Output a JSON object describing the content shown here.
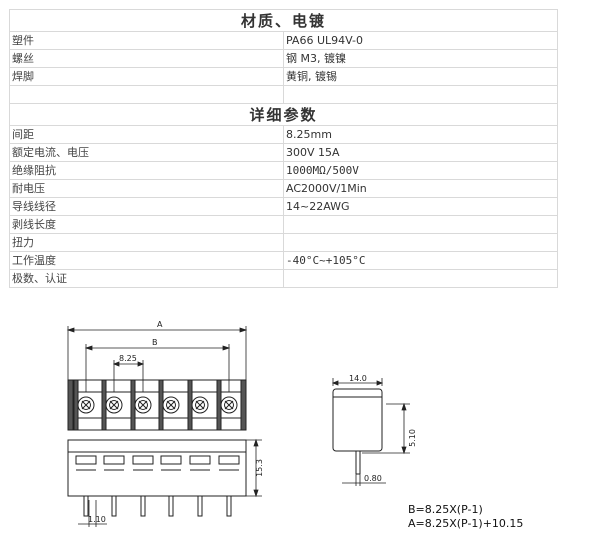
{
  "section1": {
    "title": "材质、电镀",
    "rows": [
      {
        "label": "塑件",
        "value": "PA66 UL94V-0"
      },
      {
        "label": "螺丝",
        "value": "钢  M3, 镀镍"
      },
      {
        "label": "焊脚",
        "value": "黄铜, 镀锡"
      },
      {
        "label": "",
        "value": ""
      }
    ]
  },
  "section2": {
    "title": "详细参数",
    "rows": [
      {
        "label": "间距",
        "value": "8.25mm"
      },
      {
        "label": "额定电流、电压",
        "value": "300V  15A"
      },
      {
        "label": "绝缘阻抗",
        "value": "1000MΩ/500V"
      },
      {
        "label": "耐电压",
        "value": "AC2000V/1Min"
      },
      {
        "label": "导线线径",
        "value": "14~22AWG"
      },
      {
        "label": "剥线长度",
        "value": ""
      },
      {
        "label": "扭力",
        "value": ""
      },
      {
        "label": "工作温度",
        "value": "-40°C~+105°C"
      },
      {
        "label": "极数、认证",
        "value": ""
      }
    ]
  },
  "drawing": {
    "dim_a": "A",
    "dim_b": "B",
    "dim_pitch": "8.25",
    "dim_height": "15.3",
    "dim_pin": "1.10",
    "side_width": "14.0",
    "side_pin_len": "5.10",
    "side_pin_width": "0.80"
  },
  "formulas": {
    "b": "B=8.25X(P-1)",
    "a": "A=8.25X(P-1)+10.15"
  }
}
